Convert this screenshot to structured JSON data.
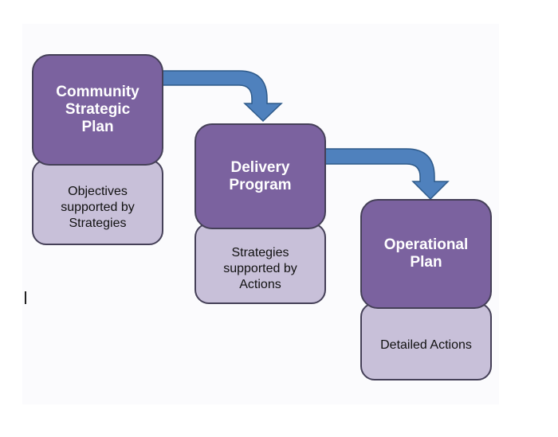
{
  "stages": [
    {
      "title": "Community\nStrategic\nPlan",
      "detail": "Objectives\nsupported by\nStrategies"
    },
    {
      "title": "Delivery\nProgram",
      "detail": "Strategies\nsupported by\nActions"
    },
    {
      "title": "Operational\nPlan",
      "detail": "Detailed Actions"
    }
  ],
  "colors": {
    "title_fill": "#7b629f",
    "detail_fill": "#c8c0d9",
    "border": "#454058",
    "arrow_fill": "#4f81bd",
    "arrow_stroke": "#2e5a8a"
  }
}
